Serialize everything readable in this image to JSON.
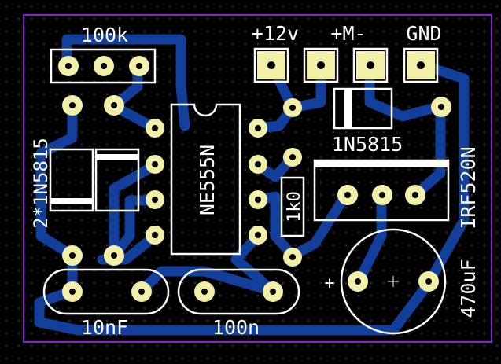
{
  "colors": {
    "background": "#000000",
    "grid_dot": "#3a3a3a",
    "outline": "#8a1fd6",
    "trace": "#123e9c",
    "pad": "#f3efa8",
    "silkscreen": "#ffffff"
  },
  "labels": {
    "pot": "100k",
    "v12": "+12v",
    "motor": "+M-",
    "gnd": "GND",
    "diode_top": "1N5815",
    "ic": "NE555N",
    "resistor": "1k0",
    "diodes_left": "2*1N5815",
    "mosfet": "IRF520N",
    "cap_small": "10nF",
    "cap_mid": "100n",
    "cap_elec": "470uF",
    "cap_plus": "+"
  }
}
